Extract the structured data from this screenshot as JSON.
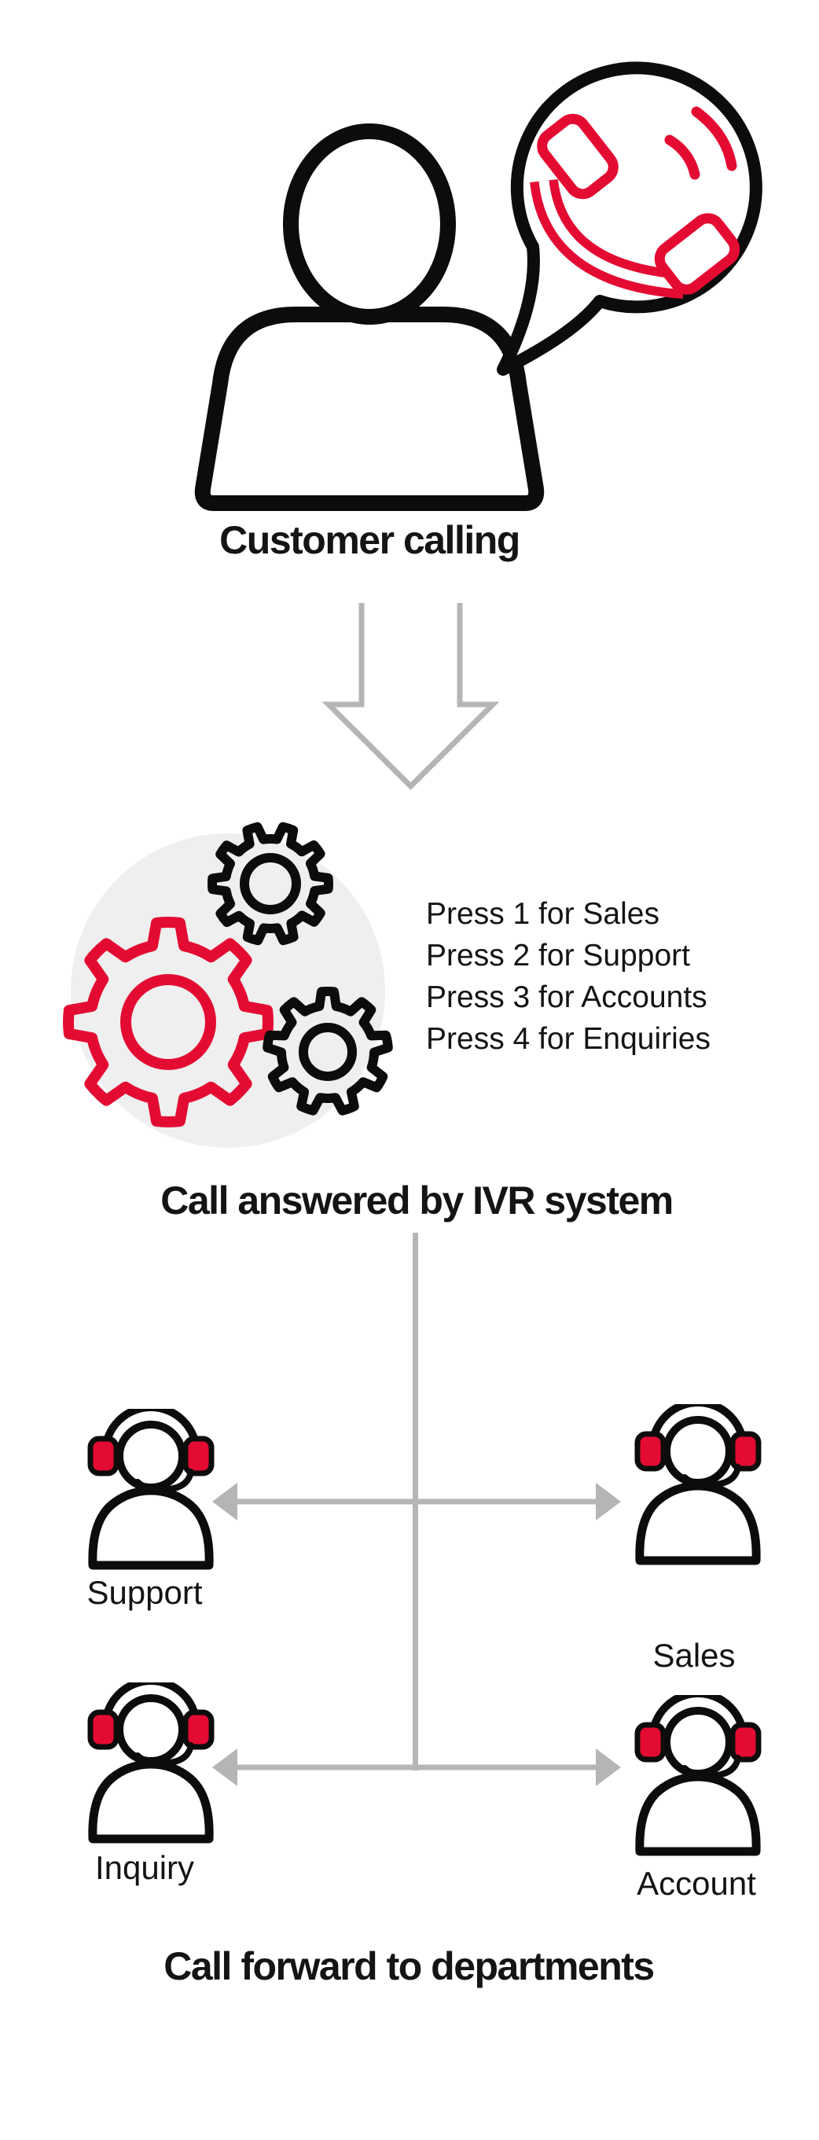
{
  "palette": {
    "red": "#e40b32",
    "black": "#0c0c0c",
    "gray": "#b5b5b5",
    "gear_bg": "#efefef",
    "text": "#141414"
  },
  "flow": {
    "customer": {
      "label": "Customer calling"
    },
    "ivr": {
      "heading": "Call answered by IVR system",
      "menu": [
        "Press 1 for Sales",
        "Press 2 for Support",
        "Press 3 for Accounts",
        "Press 4 for Enquiries"
      ]
    },
    "forward": {
      "heading": "Call forward to departments",
      "agents": [
        {
          "name": "Support"
        },
        {
          "name": "Sales"
        },
        {
          "name": "Inquiry"
        },
        {
          "name": "Account"
        }
      ]
    }
  },
  "icons": {
    "customer": "person-outline-icon",
    "speech": "speech-bubble-icon",
    "phone": "phone-handset-icon",
    "ivr": "gears-icon",
    "agent": "headset-agent-icon",
    "down": "down-arrow-icon",
    "split": "double-headed-arrow-icon"
  }
}
